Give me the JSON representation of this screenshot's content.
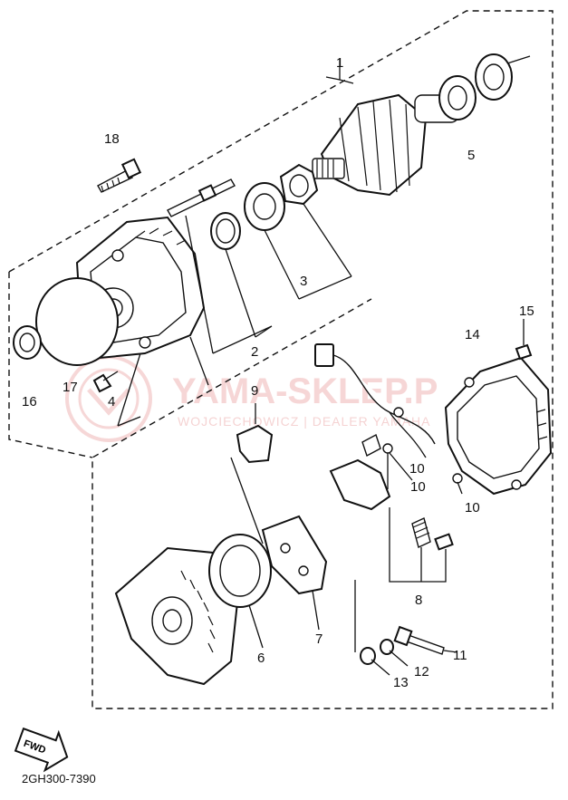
{
  "watermark": {
    "brand": "YAMA-SKLEP.P",
    "subtitle": "WOJCIECHOWICZ | DEALER YAMAHA"
  },
  "fwd_label": "FWD",
  "catalog_code": "2GH300-7390",
  "colors": {
    "ink": "#111111",
    "watermark": "#f3c9c9"
  },
  "parts": [
    {
      "num": "1"
    },
    {
      "num": "2"
    },
    {
      "num": "3"
    },
    {
      "num": "4"
    },
    {
      "num": "5"
    },
    {
      "num": "6"
    },
    {
      "num": "7"
    },
    {
      "num": "8"
    },
    {
      "num": "9"
    },
    {
      "num": "10"
    },
    {
      "num": "10"
    },
    {
      "num": "10"
    },
    {
      "num": "11"
    },
    {
      "num": "12"
    },
    {
      "num": "13"
    },
    {
      "num": "14"
    },
    {
      "num": "15"
    },
    {
      "num": "16"
    },
    {
      "num": "17"
    },
    {
      "num": "18"
    }
  ]
}
